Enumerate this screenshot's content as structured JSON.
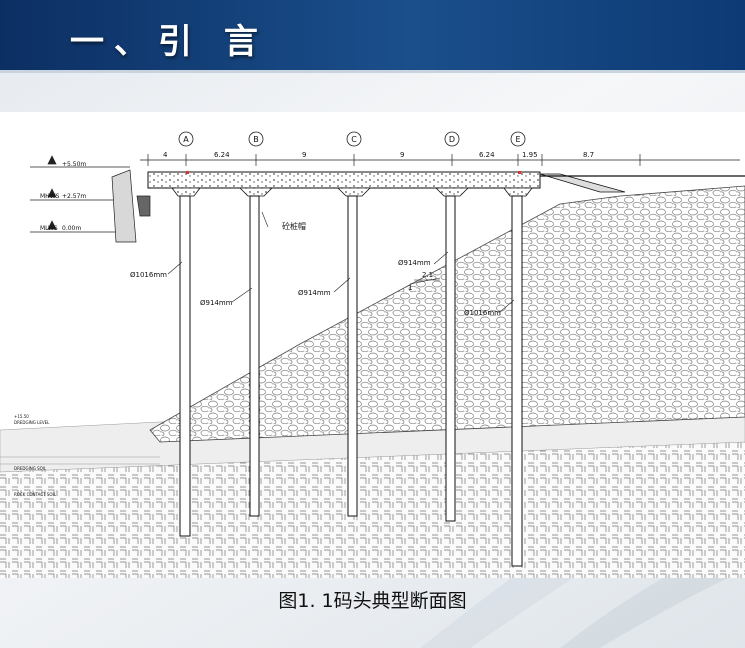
{
  "banner": {
    "title": "一、引 言"
  },
  "diagram": {
    "axes": [
      "A",
      "B",
      "C",
      "D",
      "E"
    ],
    "spans": [
      "4",
      "6.24",
      "9",
      "9",
      "6.24",
      "1.95",
      "8.7"
    ],
    "levels": [
      "+5.50m",
      "+2.57m",
      "0.00m"
    ],
    "level_names": [
      "",
      "MHWS",
      "MLWS"
    ],
    "pile_labels": [
      "Ø1016mm",
      "Ø914mm",
      "Ø914mm",
      "Ø914mm",
      "Ø1016mm"
    ],
    "beam_label": "砼桩帽",
    "slope_ratio": {
      "top": "2.1",
      "bottom": "1"
    },
    "soil_notes": [
      "+15.50",
      "DREDGING LEVEL",
      "DREDGING SOIL",
      "ROCK CONTACT SOIL"
    ]
  },
  "caption": "图1. 1码头典型断面图"
}
